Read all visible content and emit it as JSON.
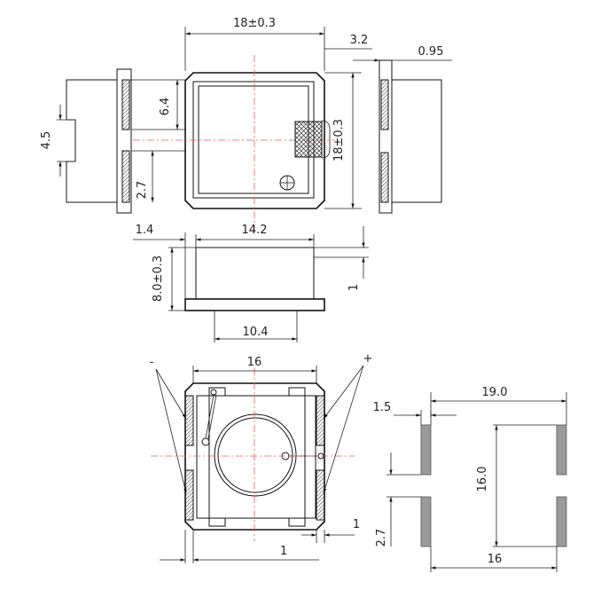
{
  "top_view": {
    "width_dim": "18±0.3",
    "height_dim": "18±0.3",
    "lead_dim": "3.2",
    "side_thickness_dim": "0.95",
    "lead_offset_dim": "6.4",
    "lead_gap_dim": "4.5",
    "lead_width_dim": "2.7"
  },
  "side_view": {
    "top_width_dim": "14.2",
    "left_offset_dim": "1.4",
    "height_dim": "8.0±0.3",
    "bottom_width_dim": "10.4",
    "right_offset_dim": "1"
  },
  "bottom_view": {
    "width_dim": "16",
    "minus_label": "-",
    "plus_label": "+",
    "right_gap_dim": "1",
    "bottom_dim": "1"
  },
  "footprint": {
    "overall_width_dim": "19.0",
    "pad_width_dim": "1.5",
    "height_dim": "16.0",
    "pad_spacing_dim": "16",
    "pad_length_dim": "2.7"
  }
}
